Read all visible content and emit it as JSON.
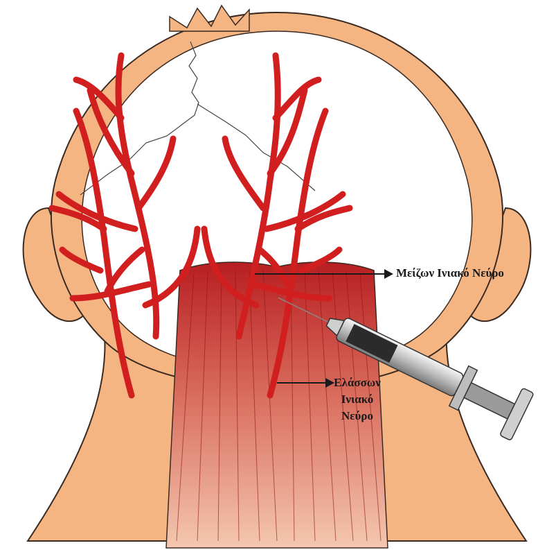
{
  "labels": {
    "greater_occipital_nerve": "Μείζων Ινιακό Νεύρο",
    "lesser_occipital_nerve": [
      "Ελάσσων",
      "Ινιακό",
      "Νεύρο"
    ]
  },
  "colors": {
    "skin": "#F4B583",
    "scalp": "#FFFFFF",
    "nerve": "#D11F1F",
    "nerve_dark": "#9E0F0F",
    "muscle": "#C8252A",
    "outline": "#3A2A22",
    "syringe_body": "#D9D9D9",
    "syringe_dark": "#2B2B2B"
  },
  "icons": {
    "syringe": "syringe-icon",
    "arrow": "arrow-right-icon"
  }
}
